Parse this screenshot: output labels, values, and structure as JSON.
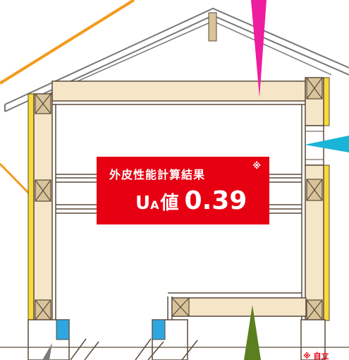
{
  "result_box": {
    "title": "外皮性能計算結果",
    "mark": "※",
    "ua_u": "U",
    "ua_sub": "A",
    "ua_label": "値",
    "ua_value": "0.39"
  },
  "footnote": "※ 自立",
  "colors": {
    "roof_line": "#777777",
    "timber": "#f5e6c8",
    "timber_outline": "#5a4a3a",
    "post": "#d9c39b",
    "insulation_yellow": "#f8da3a",
    "badge_red": "#e60012",
    "arrow_orange": "#f39a1e",
    "arrow_magenta": "#ee1c9f",
    "arrow_cyan": "#1bb4d9",
    "arrow_green": "#5a7f1e",
    "arrow_gray": "#7a7a7a",
    "vent_blue": "#2ea7e0"
  }
}
